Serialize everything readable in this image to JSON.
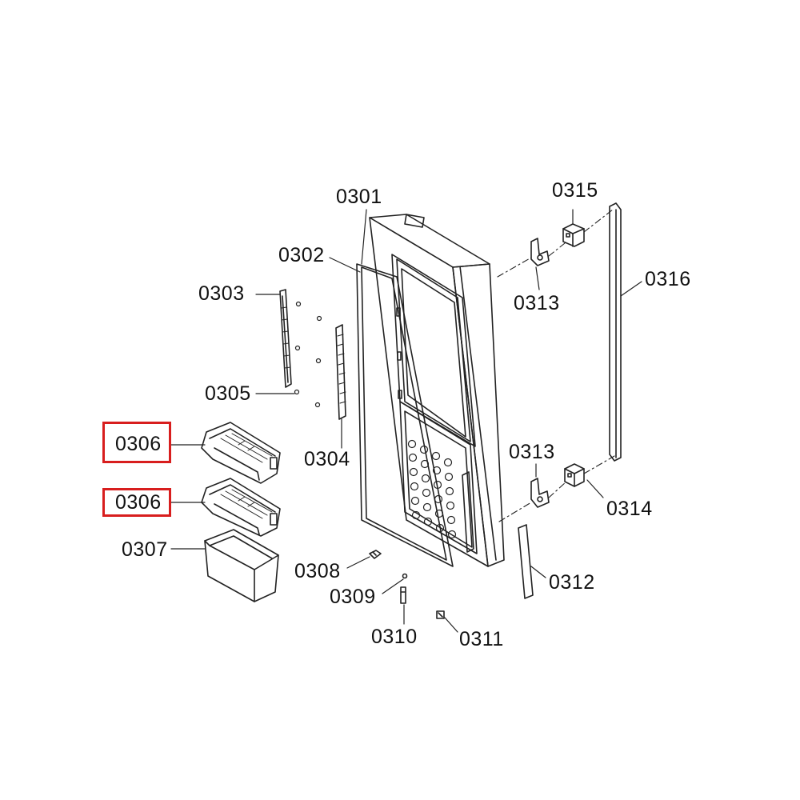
{
  "diagram": {
    "labels": {
      "p0301": "0301",
      "p0302": "0302",
      "p0303": "0303",
      "p0304": "0304",
      "p0305": "0305",
      "p0306a": "0306",
      "p0306b": "0306",
      "p0307": "0307",
      "p0308": "0308",
      "p0309": "0309",
      "p0310": "0310",
      "p0311": "0311",
      "p0312": "0312",
      "p0313a": "0313",
      "p0313b": "0313",
      "p0314": "0314",
      "p0315": "0315",
      "p0316": "0316"
    },
    "highlight_color": "#d81e1e",
    "line_color": "#222222"
  }
}
